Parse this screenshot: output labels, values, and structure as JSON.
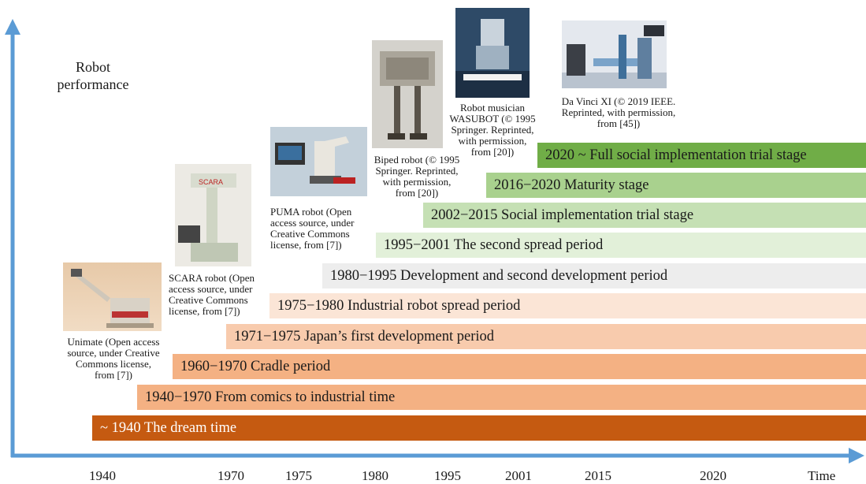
{
  "y_axis_label_line1": "Robot",
  "y_axis_label_line2": "performance",
  "x_axis_title": "Time",
  "x_ticks": [
    "1940",
    "1970",
    "1975",
    "1980",
    "1995",
    "2001",
    "2015",
    "2020"
  ],
  "periods": [
    {
      "label": "~ 1940 The dream time",
      "color": "#c55a11"
    },
    {
      "label": "1940−1970 From comics to industrial time",
      "color": "#f4b183"
    },
    {
      "label": "1960−1970 Cradle period",
      "color": "#f4b183"
    },
    {
      "label": "1971−1975 Japan’s first development period",
      "color": "#f8cbad"
    },
    {
      "label": "1975−1980 Industrial robot spread period",
      "color": "#fbe5d6"
    },
    {
      "label": "1980−1995 Development and second development period",
      "color": "#ededed"
    },
    {
      "label": "1995−2001 The second spread period",
      "color": "#e2f0d9"
    },
    {
      "label": "2002−2015 Social implementation trial stage",
      "color": "#c5e0b4"
    },
    {
      "label": "2016−2020 Maturity stage",
      "color": "#a9d18e"
    },
    {
      "label": "2020 ~ Full social implementation trial stage",
      "color": "#70ad47"
    }
  ],
  "captions": {
    "unimate": [
      "Unimate (Open access",
      "source, under Creative",
      "Commons license,",
      "from [7])"
    ],
    "scara": [
      "SCARA robot (Open",
      "access source, under",
      "Creative Commons",
      "license, from [7])"
    ],
    "puma": [
      "PUMA robot (Open",
      "access source, under",
      "Creative Commons",
      "license, from [7])"
    ],
    "biped": [
      "Biped robot (© 1995",
      "Springer. Reprinted,",
      "with permission,",
      "from [20])"
    ],
    "wasubot": [
      "Robot musician",
      "WASUBOT (© 1995",
      "Springer. Reprinted,",
      "with permission,",
      "from [20])"
    ],
    "davinci": [
      "Da Vinci XI (© 2019 IEEE.",
      "Reprinted, with permission,",
      "from [45])"
    ]
  },
  "colors": {
    "axis": "#5b9bd5"
  }
}
